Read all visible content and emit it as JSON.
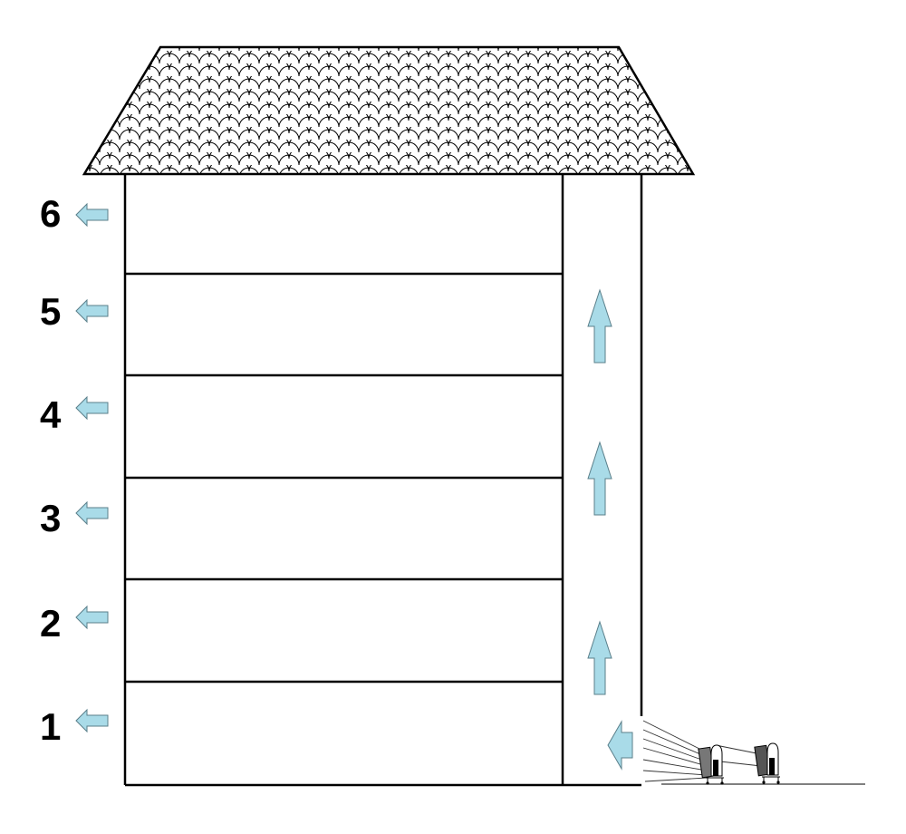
{
  "diagram": {
    "floors": [
      {
        "label": "1"
      },
      {
        "label": "2"
      },
      {
        "label": "3"
      },
      {
        "label": "4"
      },
      {
        "label": "5"
      },
      {
        "label": "6"
      }
    ],
    "arrow_color": "#a9dbe8",
    "arrow_outline": "#5a7f8a",
    "line_color": "#000000",
    "roof_pattern": "fish-scale-shingles",
    "shaft_arrows": [
      "up-arrow",
      "up-arrow",
      "up-arrow"
    ],
    "entry_arrow": "left-arrow",
    "fans": [
      "fan-unit-1",
      "fan-unit-2"
    ]
  }
}
